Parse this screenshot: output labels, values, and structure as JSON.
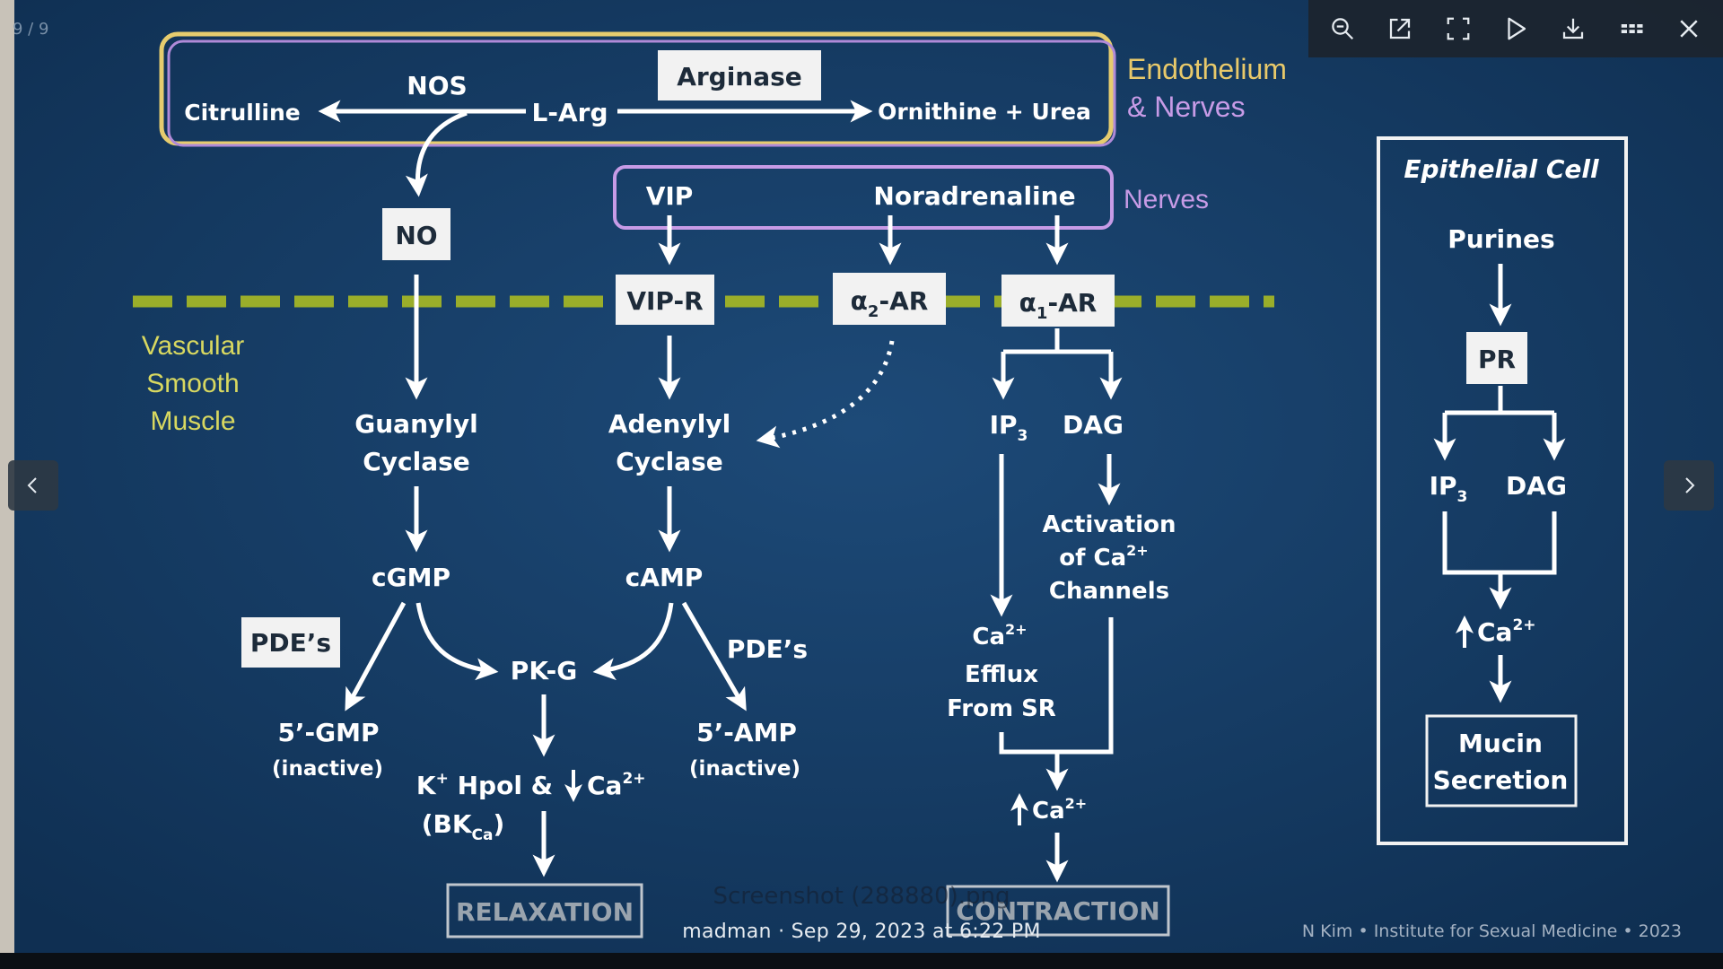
{
  "viewer": {
    "counter": "9 / 9",
    "caption": "madman · Sep 29, 2023 at 6:22 PM",
    "overlay_filename": "Screenshot (288880).png",
    "toolbar": [
      {
        "label": "Zoom out",
        "icon": "zoom-out-icon"
      },
      {
        "label": "Open in new window",
        "icon": "external-link-icon"
      },
      {
        "label": "Fullscreen",
        "icon": "fullscreen-icon"
      },
      {
        "label": "Slideshow",
        "icon": "play-icon"
      },
      {
        "label": "Download",
        "icon": "download-icon"
      },
      {
        "label": "Thumbnails",
        "icon": "grid-icon"
      },
      {
        "label": "Close",
        "icon": "close-icon"
      }
    ],
    "prev_icon": "chevron-left-icon",
    "next_icon": "chevron-right-icon"
  },
  "slide": {
    "endothelium_label_1": "Endothelium",
    "endothelium_label_2": "& Nerves",
    "nerves_label": "Nerves",
    "nos": "NOS",
    "citrulline": "Citrulline",
    "l_arg": "L-Arg",
    "arginase": "Arginase",
    "ornithine_urea": "Ornithine + Urea",
    "vip": "VIP",
    "noradrenaline": "Noradrenaline",
    "no": "NO",
    "vip_r": "VIP-R",
    "a2_ar_main": "α",
    "a2_ar_sub": "2",
    "a2_ar_suffix": "-AR",
    "a1_ar_main": "α",
    "a1_ar_sub": "1",
    "a1_ar_suffix": "-AR",
    "vsm_1": "Vascular",
    "vsm_2": "Smooth",
    "vsm_3": "Muscle",
    "guanylyl_1": "Guanylyl",
    "guanylyl_2": "Cyclase",
    "adenylyl_1": "Adenylyl",
    "adenylyl_2": "Cyclase",
    "ip3_main": "IP",
    "ip3_sub": "3",
    "dag": "DAG",
    "activation_1": "Activation",
    "activation_2": "of  Ca",
    "activation_sup": "2+",
    "activation_3": "Channels",
    "cgmp": "cGMP",
    "camp": "cAMP",
    "pdes_left": "PDE’s",
    "pdes_right": "PDE’s",
    "pkg": "PK-G",
    "gmp_5": "5’-GMP",
    "gmp_inactive": "(inactive)",
    "amp_5": "5’-AMP",
    "amp_inactive": "(inactive)",
    "khpol": "K",
    "khpol_sup": "+",
    "khpol_rest": " Hpol &",
    "down_ca": "Ca",
    "down_ca_sup": "2+",
    "bkca_open": "(BK",
    "bkca_sub": "Ca",
    "bkca_close": ")",
    "ca_efflux_1": "Ca",
    "ca_efflux_sup": "2+",
    "ca_efflux_2": "Efflux",
    "ca_efflux_3": "From SR",
    "up_ca": "Ca",
    "up_ca_sup": "2+",
    "relaxation": "RELAXATION",
    "contraction": "CONTRACTION",
    "epithelial_title": "Epithelial Cell",
    "purines": "Purines",
    "pr": "PR",
    "epi_ip3_main": "IP",
    "epi_ip3_sub": "3",
    "epi_dag": "DAG",
    "epi_ca": "Ca",
    "epi_ca_sup": "2+",
    "mucin_1": "Mucin",
    "mucin_2": "Secretion",
    "credit": "N Kim • Institute for Sexual Medicine • 2023"
  },
  "colors": {
    "slide_bg": "#16406b",
    "slide_bg_dark": "#0f2f52",
    "membrane_dash": "#9aae2a",
    "endothelium_box_outer": "#e6cc6e",
    "endothelium_box_inner": "#b08ad8",
    "nerves_box": "#c79be6",
    "endothelium_text": "#e8c96a",
    "nerves_text": "#c79be6",
    "vsm_text": "#d8d860",
    "node_box": "#f2f2f2",
    "node_text": "#1d2b3a",
    "white": "#ffffff"
  }
}
